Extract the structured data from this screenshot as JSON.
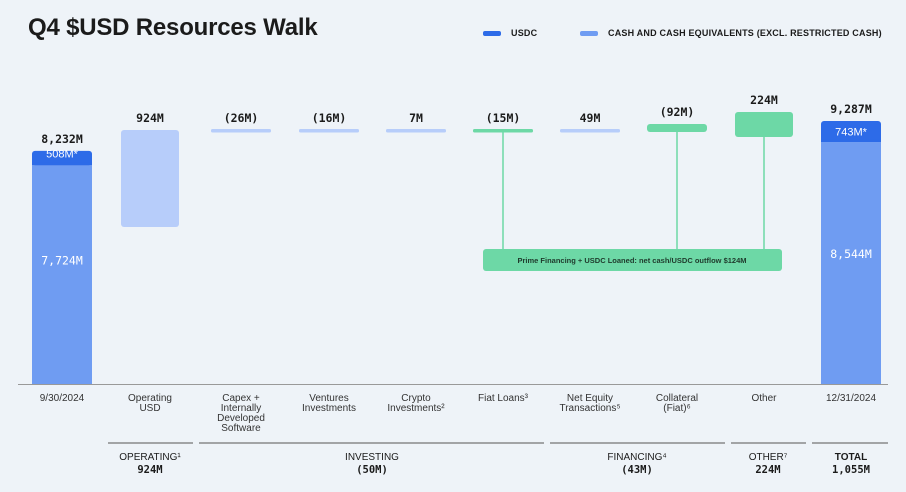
{
  "title": "Q4 $USD Resources Walk",
  "legend": [
    {
      "label": "USDC",
      "color": "#2d6be8"
    },
    {
      "label": "CASH AND CASH EQUIVALENTS (EXCL. RESTRICTED CASH)",
      "color": "#6f9cf2"
    }
  ],
  "colors": {
    "usdc": "#2d6be8",
    "cash": "#6f9cf2",
    "operating": "#b7cdfa",
    "green": "#6dd8a6",
    "axis": "#999999"
  },
  "chart_data": {
    "type": "bar",
    "subtype": "waterfall",
    "unit": "M",
    "categories": [
      "9/30/2024",
      "Operating USD",
      "Capex + Internally Developed Software",
      "Ventures Investments",
      "Crypto Investments²",
      "Fiat Loans³",
      "Net Equity Transactions⁵",
      "Collateral (Fiat)⁶",
      "Other",
      "12/31/2024"
    ],
    "x_labels": [
      [
        "9/30/2024"
      ],
      [
        "Operating",
        "USD"
      ],
      [
        "Capex +",
        "Internally",
        "Developed",
        "Software"
      ],
      [
        "Ventures",
        "Investments"
      ],
      [
        "Crypto",
        "Investments²"
      ],
      [
        "Fiat Loans³"
      ],
      [
        "Net Equity",
        "Transactions⁵"
      ],
      [
        "Collateral",
        "(Fiat)⁶"
      ],
      [
        "Other"
      ],
      [
        "12/31/2024"
      ]
    ],
    "values": [
      8232,
      924,
      -26,
      -16,
      7,
      -15,
      49,
      -92,
      224,
      9287
    ],
    "value_labels": [
      "8,232M",
      "924M",
      "(26M)",
      "(16M)",
      "7M",
      "(15M)",
      "49M",
      "(92M)",
      "224M",
      "9,287M"
    ],
    "totals": {
      "start": {
        "cash": 7724,
        "cash_label": "7,724M",
        "usdc": 508,
        "usdc_label": "508M*"
      },
      "end": {
        "cash": 8544,
        "cash_label": "8,544M",
        "usdc": 743,
        "usdc_label": "743M*"
      }
    },
    "annotation": "Prime Financing + USDC Loaned: net cash/USDC outflow $124M",
    "groups": [
      {
        "label": "OPERATING¹",
        "value": "924M"
      },
      {
        "label": "INVESTING",
        "value": "(50M)"
      },
      {
        "label": "FINANCING⁴",
        "value": "(43M)"
      },
      {
        "label": "OTHER⁷",
        "value": "224M"
      },
      {
        "label": "TOTAL",
        "value": "1,055M"
      }
    ]
  }
}
